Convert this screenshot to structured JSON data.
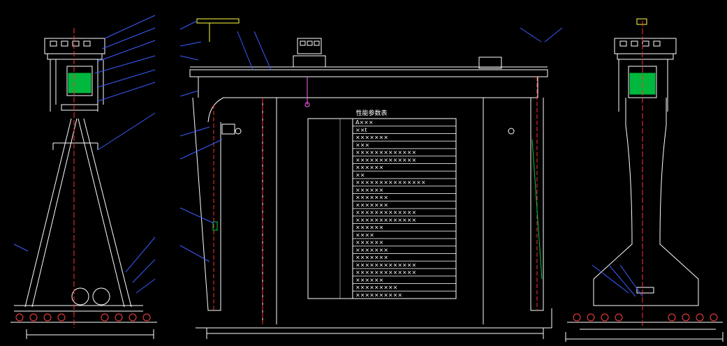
{
  "colors": {
    "background": "#000000",
    "structure": "#ffffff",
    "centerline": "#ff3030",
    "leader": "#3a5cff",
    "hook": "#ff60ff",
    "accent": "#ffff40",
    "fill": "#00cc44",
    "table_text": "#ffffff"
  },
  "table": {
    "title": "性能参数表",
    "rows": [
      "A×××",
      "××t",
      "×××××××",
      "×××",
      "×××××××××××××",
      "×××××××××××××",
      "××××××",
      "××",
      "×××××××××××××××",
      "××××××",
      "×××××××",
      "×××××××",
      "×××××××××××××",
      "×××××××××××××",
      "××××××",
      "××××",
      "××××××",
      "×××××××",
      "×××××××",
      "×××××××××××××",
      "×××××××××××××",
      "××××××",
      "×××××××××",
      "××××××××××"
    ]
  }
}
